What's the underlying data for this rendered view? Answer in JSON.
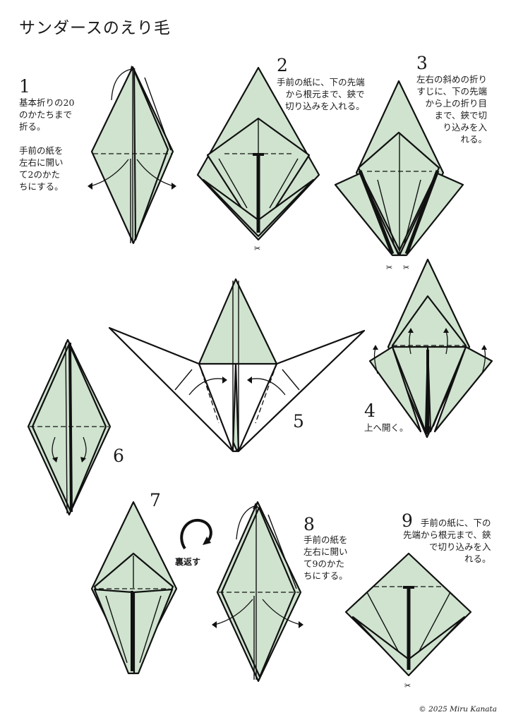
{
  "title": "サンダースのえり毛",
  "steps": {
    "s1": {
      "num": "1",
      "text": "基本折りの20\nのかたちまで\n折る。\n\n手前の紙を\n左右に開い\nて2のかた\nちにする。"
    },
    "s2": {
      "num": "2",
      "text": "手前の紙に、下の先端\nから根元まで、鋏で\n切り込みを入れる。"
    },
    "s3": {
      "num": "3",
      "text": "左右の斜めの折り\nすじに、下の先端\nから上の折り目\nまで、鋏で切\nり込みを入\nれる。"
    },
    "s4": {
      "num": "4",
      "text": "上へ開く。"
    },
    "s5": {
      "num": "5"
    },
    "s6": {
      "num": "6"
    },
    "s7": {
      "num": "7"
    },
    "s8": {
      "num": "8",
      "text": "手前の紙を\n左右に開い\nて9のかた\nちにする。"
    },
    "s9": {
      "num": "9",
      "text": "手前の紙に、下の\n先端から根元まで、鋏\nで切り込みを入\nれる。"
    }
  },
  "flip_label": "裏返す",
  "copyright": "© 2025 Miru Kanata",
  "colors": {
    "paper_fill": "#cfe3cf",
    "line": "#111111"
  }
}
